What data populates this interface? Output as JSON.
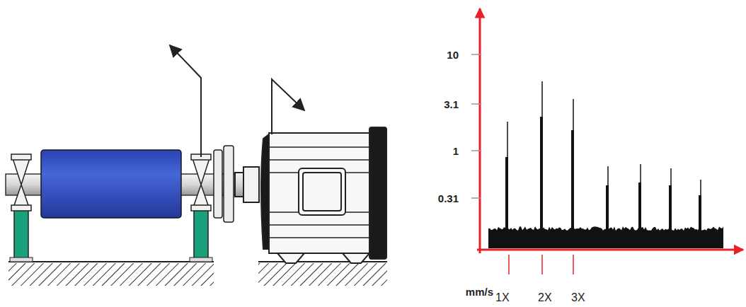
{
  "diagram": {
    "labels": [
      "10",
      "3.1",
      "1",
      "0.31",
      "mm/s",
      "1X",
      "2X",
      "3X"
    ]
  }
}
